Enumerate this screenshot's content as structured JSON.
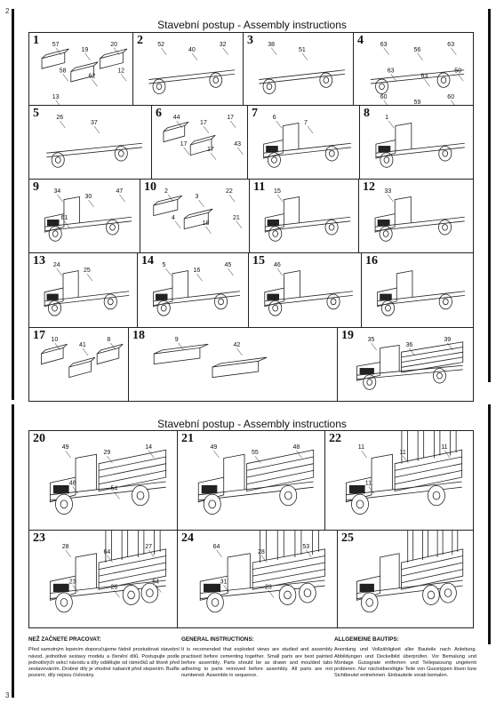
{
  "page_numbers": {
    "top": "2",
    "bottom": "3"
  },
  "sheet1": {
    "title": "Stavební postup - Assembly instructions",
    "steps": [
      {
        "num": "1",
        "parts": [
          "57",
          "19",
          "20",
          "58",
          "62",
          "12",
          "13"
        ]
      },
      {
        "num": "2",
        "parts": [
          "52",
          "40",
          "32"
        ]
      },
      {
        "num": "3",
        "parts": [
          "38",
          "51"
        ]
      },
      {
        "num": "4",
        "parts": [
          "63",
          "56",
          "63",
          "63",
          "63",
          "50",
          "60",
          "59",
          "60"
        ]
      },
      {
        "num": "5",
        "parts": [
          "26",
          "37"
        ]
      },
      {
        "num": "6",
        "parts": [
          "44",
          "17",
          "17",
          "17",
          "17",
          "43"
        ]
      },
      {
        "num": "7",
        "parts": [
          "6",
          "7"
        ]
      },
      {
        "num": "8",
        "parts": [
          "1"
        ]
      },
      {
        "num": "9",
        "parts": [
          "34",
          "30",
          "47",
          "61"
        ]
      },
      {
        "num": "10",
        "parts": [
          "2",
          "3",
          "22",
          "4",
          "18",
          "21"
        ]
      },
      {
        "num": "11",
        "parts": [
          "15"
        ]
      },
      {
        "num": "12",
        "parts": [
          "33"
        ]
      },
      {
        "num": "13",
        "parts": [
          "24",
          "25"
        ]
      },
      {
        "num": "14",
        "parts": [
          "5",
          "16",
          "45"
        ]
      },
      {
        "num": "15",
        "parts": [
          "46"
        ]
      },
      {
        "num": "16",
        "parts": []
      },
      {
        "num": "17",
        "parts": [
          "10",
          "41",
          "8"
        ]
      },
      {
        "num": "18",
        "parts": [
          "9",
          "42"
        ]
      },
      {
        "num": "19",
        "parts": [
          "35",
          "36",
          "39"
        ]
      }
    ]
  },
  "sheet2": {
    "title": "Stavební postup - Assembly instructions",
    "steps": [
      {
        "num": "20",
        "parts": [
          "49",
          "29",
          "14",
          "48",
          "54"
        ]
      },
      {
        "num": "21",
        "parts": [
          "49",
          "55",
          "48"
        ]
      },
      {
        "num": "22",
        "parts": [
          "11",
          "11",
          "11",
          "11"
        ]
      },
      {
        "num": "23",
        "parts": [
          "28",
          "64",
          "27",
          "23",
          "28",
          "64"
        ]
      },
      {
        "num": "24",
        "parts": [
          "64",
          "28",
          "53",
          "31",
          "23"
        ]
      },
      {
        "num": "25",
        "parts": []
      }
    ]
  },
  "instructions": [
    {
      "heading": "NEŽ ZAČNETE PRACOVAT:",
      "text": "Před samotným lepením doporučujeme řádně prostudovat stavební návod, jednotlivé sestavy modelu a členění dílů. Postupujte podle jednotlivých sekcí návodu a díly oddělujte od rámečků až těsně před sestavováním. Drobné díly je vhodné nabarvit před slepením. Buďte pozorní, díly nejsou číslovány."
    },
    {
      "heading": "GENERAL INSTRUCTIONS:",
      "text": "It is recomended that exploded views are studied and assembly practised before cementing together. Small parts are best painted before assembly. Parts should be as drawn and moulded tabs adhering to parts removed before assembly. All parts are not numbered. Assemble in sequence."
    },
    {
      "heading": "ALLGEMEINE BAUTIPS:",
      "text": "Anordung und Vollzähligkeit aller Bauteile nach Anleitung. Abbildungen und Deckelbild überprüfen. Vor Bemalung und Montage Gussgrate entfernen und Teilepassung ungelernt probieren. Nur nächstbenötigte Teile von Gussrippen lösen bzw Sichtbeutel entnehmen. Einbauteile vorab bemalen."
    }
  ]
}
